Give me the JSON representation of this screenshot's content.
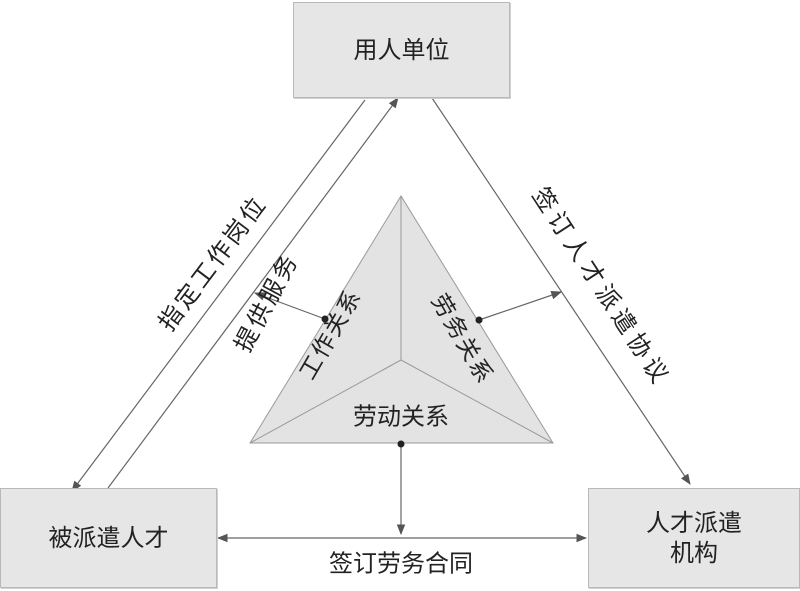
{
  "nodes": {
    "employer": "用人单位",
    "dispatched_talent": "被派遣人才",
    "agency_line1": "人才派遣",
    "agency_line2": "机构"
  },
  "edges": {
    "assign_post": "指定工作岗位",
    "sign_dispatch_agreement": "签订人才派遣协议",
    "sign_labor_contract": "签订劳务合同",
    "provide_service": "提供服务"
  },
  "inner_triangle": {
    "work_relation": "工作关系",
    "service_relation": "劳务关系",
    "labor_relation": "劳动关系"
  },
  "colors": {
    "box_fill": "#e6e6e6",
    "triangle_fill": "#e3e3e3",
    "line": "#666666"
  }
}
